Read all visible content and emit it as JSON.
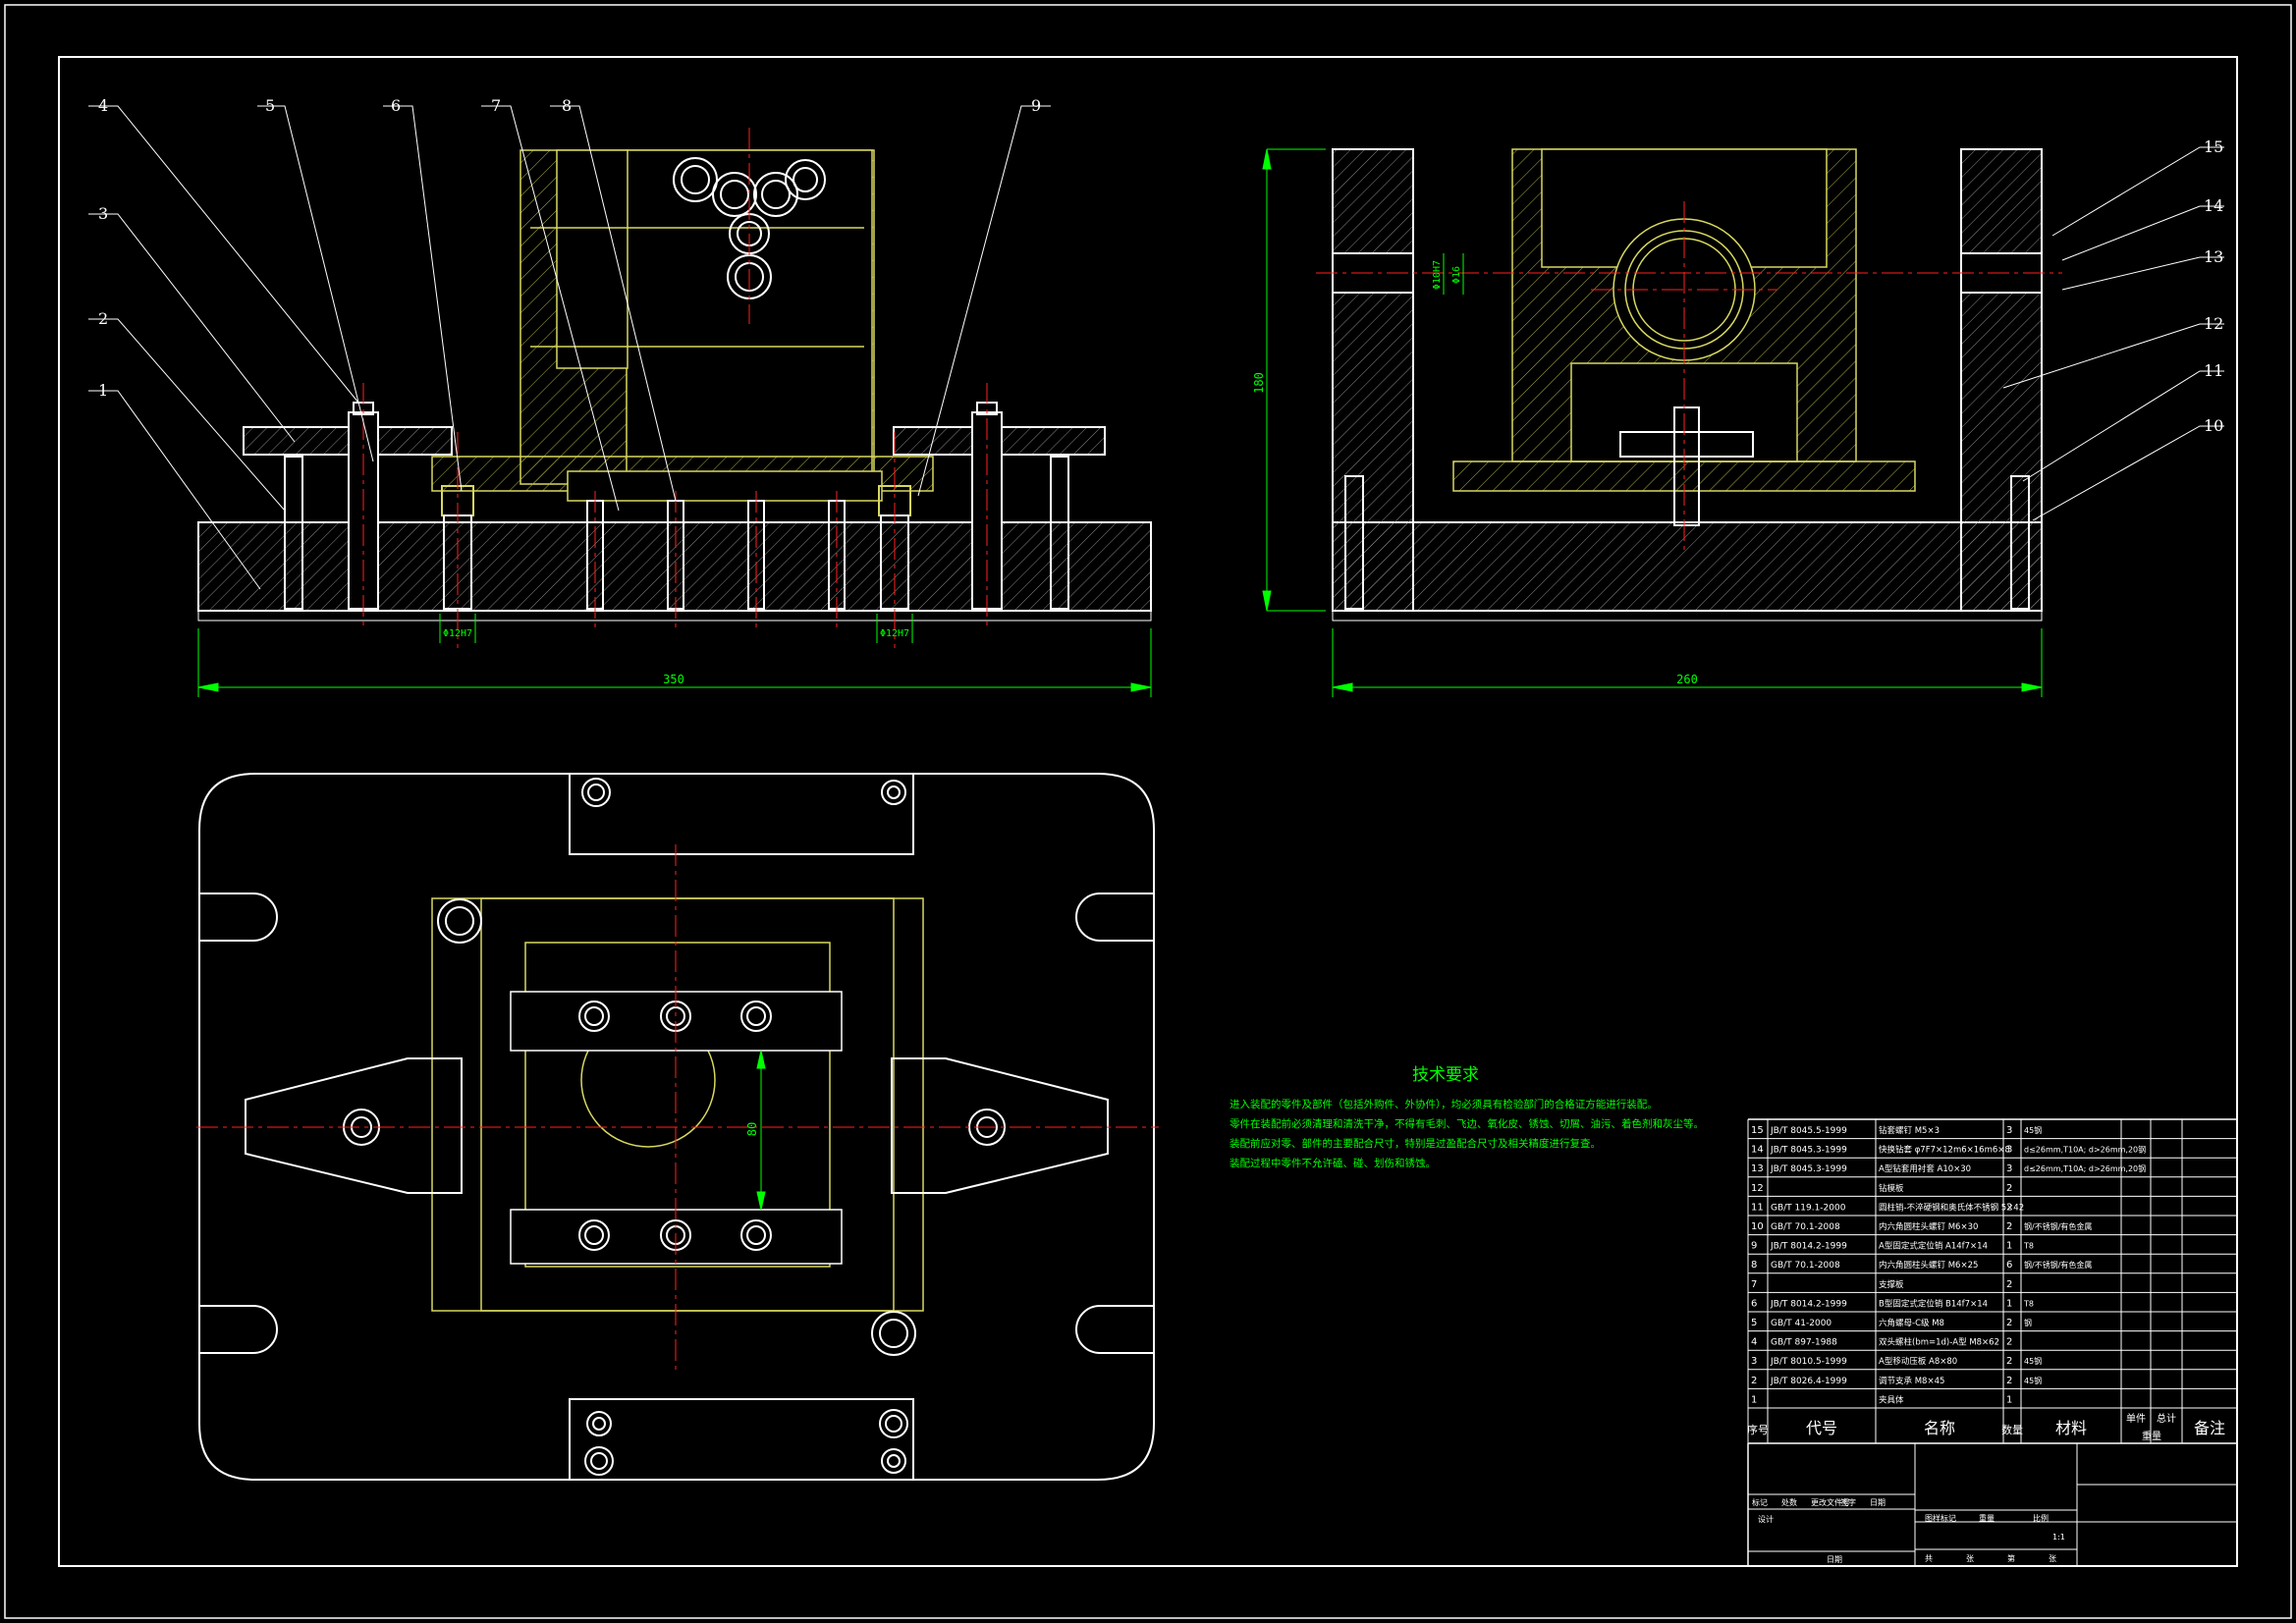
{
  "colors": {
    "background": "#000000",
    "frame": "#ffffff",
    "outline": "#ffffff",
    "part": "#d8d860",
    "hatch": "#a0a0a0",
    "center": "#ff2020",
    "dimension": "#00ff00",
    "text_green": "#00ff00",
    "table": "#ffffff",
    "bolt": "#ff6060"
  },
  "balloons": [
    "1",
    "2",
    "3",
    "4",
    "5",
    "6",
    "7",
    "8",
    "9"
  ],
  "balloons_side": [
    "15",
    "14",
    "13",
    "12",
    "11",
    "10"
  ],
  "dimensions": {
    "front_width": "350",
    "side_width": "260",
    "side_height": "180",
    "pin_left": "Φ12H7",
    "pin_right": "Φ12H7",
    "plan_height": "80",
    "bush_a": "Φ10H7",
    "bush_b": "Φ16"
  },
  "tech_requirements": {
    "title": "技术要求",
    "lines": [
      "进入装配的零件及部件（包括外购件、外协件），均必须具有检验部门的合格证方能进行装配。",
      "零件在装配前必须清理和清洗干净，不得有毛刺、飞边、氧化皮、锈蚀、切屑、油污、着色剂和灰尘等。",
      "装配前应对零、部件的主要配合尺寸，特别是过盈配合尺寸及相关精度进行复查。",
      "装配过程中零件不允许磕、碰、划伤和锈蚀。"
    ]
  },
  "bom": {
    "headers": [
      "序号",
      "代号",
      "名称",
      "数量",
      "材料",
      "单件",
      "总计",
      "备注"
    ],
    "weight_label": "重量",
    "rows": [
      [
        "15",
        "JB/T 8045.5-1999",
        "钻套螺钉 M5×3",
        "3",
        "45钢",
        ""
      ],
      [
        "14",
        "JB/T 8045.3-1999",
        "快换钻套 φ7F7×12m6×16m6×8",
        "3",
        "d≤26mm,T10A; d>26mm,20钢",
        ""
      ],
      [
        "13",
        "JB/T 8045.3-1999",
        "A型钻套用衬套 A10×30",
        "3",
        "d≤26mm,T10A; d>26mm,20钢",
        ""
      ],
      [
        "12",
        "",
        "钻模板",
        "2",
        "",
        ""
      ],
      [
        "11",
        "GB/T 119.1-2000",
        "圆柱销-不淬硬钢和奥氏体不锈钢 5×42",
        "2",
        "",
        ""
      ],
      [
        "10",
        "GB/T 70.1-2008",
        "内六角圆柱头螺钉 M6×30",
        "2",
        "钢/不锈钢/有色金属",
        ""
      ],
      [
        "9",
        "JB/T 8014.2-1999",
        "A型固定式定位销 A14f7×14",
        "1",
        "T8",
        ""
      ],
      [
        "8",
        "GB/T 70.1-2008",
        "内六角圆柱头螺钉 M6×25",
        "6",
        "钢/不锈钢/有色金属",
        ""
      ],
      [
        "7",
        "",
        "支撑板",
        "2",
        "",
        ""
      ],
      [
        "6",
        "JB/T 8014.2-1999",
        "B型固定式定位销 B14f7×14",
        "1",
        "T8",
        ""
      ],
      [
        "5",
        "GB/T 41-2000",
        "六角螺母-C级 M8",
        "2",
        "钢",
        ""
      ],
      [
        "4",
        "GB/T 897-1988",
        "双头螺柱(bm=1d)-A型 M8×62",
        "2",
        "",
        ""
      ],
      [
        "3",
        "JB/T 8010.5-1999",
        "A型移动压板 A8×80",
        "2",
        "45钢",
        ""
      ],
      [
        "2",
        "JB/T 8026.4-1999",
        "调节支承 M8×45",
        "2",
        "45钢",
        ""
      ],
      [
        "1",
        "",
        "夹具体",
        "1",
        "",
        ""
      ]
    ],
    "title_block": {
      "row1": [
        "标记",
        "处数",
        "更改文件号",
        "签字",
        "日期"
      ],
      "design": "设计",
      "stage": [
        "图样标记",
        "重量",
        "比例"
      ],
      "scale": "1:1",
      "sheet": [
        "共",
        "张",
        "第",
        "张"
      ],
      "date": "日期"
    }
  }
}
